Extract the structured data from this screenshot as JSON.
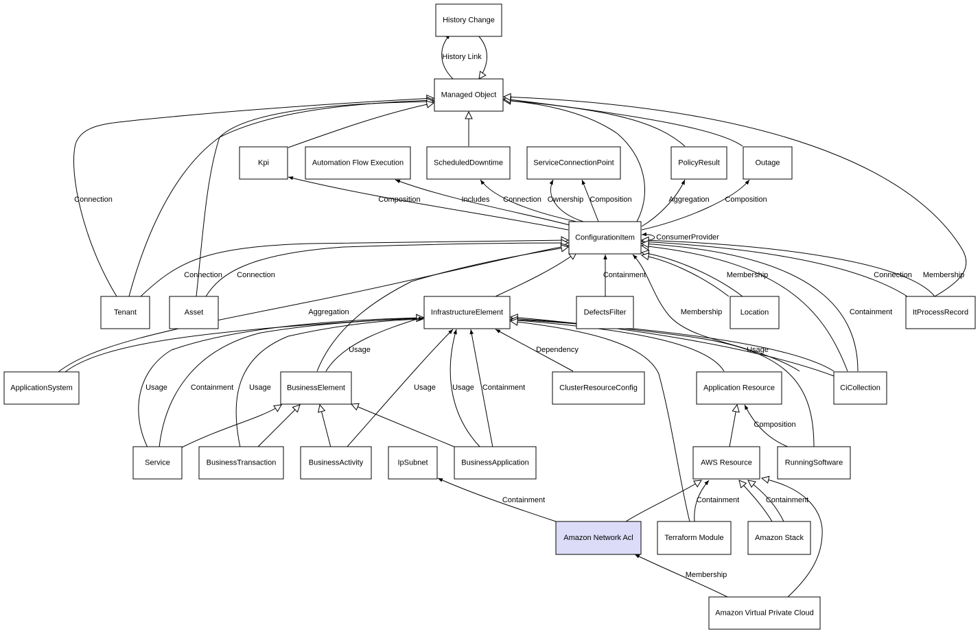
{
  "nodes": {
    "history_change": "History Change",
    "managed_object": "Managed Object",
    "kpi": "Kpi",
    "automation_flow_execution": "Automation Flow Execution",
    "scheduled_downtime": "ScheduledDowntime",
    "service_connection_point": "ServiceConnectionPoint",
    "policy_result": "PolicyResult",
    "outage": "Outage",
    "configuration_item": "ConfigurationItem",
    "tenant": "Tenant",
    "asset": "Asset",
    "infrastructure_element": "InfrastructureElement",
    "defects_filter": "DefectsFilter",
    "location": "Location",
    "it_process_record": "ItProcessRecord",
    "application_system": "ApplicationSystem",
    "business_element": "BusinessElement",
    "cluster_resource_config": "ClusterResourceConfig",
    "application_resource": "Application Resource",
    "ci_collection": "CiCollection",
    "service": "Service",
    "business_transaction": "BusinessTransaction",
    "business_activity": "BusinessActivity",
    "ip_subnet": "IpSubnet",
    "business_application": "BusinessApplication",
    "aws_resource": "AWS Resource",
    "running_software": "RunningSoftware",
    "amazon_network_acl": "Amazon Network Acl",
    "terraform_module": "Terraform Module",
    "amazon_stack": "Amazon Stack",
    "amazon_vpc": "Amazon Virtual Private Cloud"
  },
  "edge_labels": {
    "history_link": "History Link",
    "tenant_connection_mo": "Connection",
    "kpi_composition": "Composition",
    "afe_includes": "Includes",
    "sd_connection": "Connection",
    "scp_ownership": "Ownership",
    "scp_composition": "Composition",
    "policy_aggregation": "Aggregation",
    "outage_composition": "Composition",
    "consumer_provider": "ConsumerProvider",
    "tenant_connection_ci": "Connection",
    "asset_connection_ci": "Connection",
    "containment_defects": "Containment",
    "location_membership": "Membership",
    "itpr_connection": "Connection",
    "itpr_membership": "Membership",
    "appsys_aggregation": "Aggregation",
    "cicol_membership": "Membership",
    "cicol_containment": "Containment",
    "be_usage": "Usage",
    "cluster_dependency": "Dependency",
    "cicol_usage": "Usage",
    "service_usage": "Usage",
    "service_containment": "Containment",
    "bt_usage": "Usage",
    "ba_usage": "Usage",
    "bapp_usage": "Usage",
    "bapp_containment": "Containment",
    "rs_composition": "Composition",
    "acl_containment": "Containment",
    "tf_containment": "Containment",
    "stack_containment": "Containment",
    "vpc_membership": "Membership"
  },
  "highlight_color": "#dcdcf8"
}
